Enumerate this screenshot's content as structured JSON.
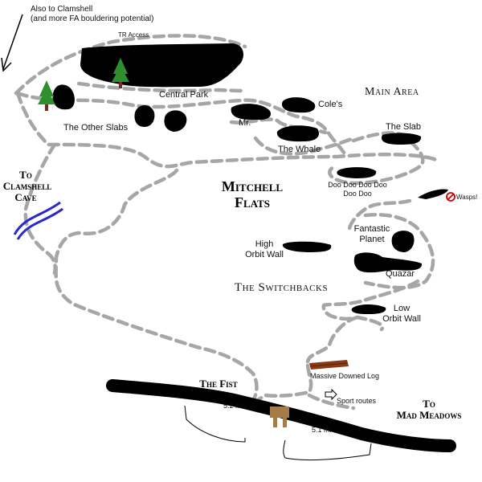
{
  "labels": {
    "also_to_clamshell": "Also to Clamshell",
    "fa_potential": "(and more FA bouldering potential)",
    "tr_access": "TR Access",
    "central_park": "Central Park",
    "the_other_slabs": "The Other Slabs",
    "mr": "Mr.",
    "coles": "Cole's",
    "the_whale": "The Whale",
    "main_area": "Main Area",
    "the_slab": "The Slab",
    "to": "To",
    "clamshell": "Clamshell",
    "cave": "Cave",
    "mitchell": "Mitchell",
    "flats": "Flats",
    "doo_line1": "Doo Doo Doo Doo",
    "doo_line2": "Doo Doo",
    "wasps": "Wasps!",
    "fantastic": "Fantastic",
    "planet": "Planet",
    "high": "High",
    "orbit_wall": "Orbit Wall",
    "quazar": "Quazar",
    "the_switchbacks": "The Switchbacks",
    "low": "Low",
    "low_orbit_wall": "Orbit Wall",
    "massive_downed_log": "Massive Downed Log",
    "the_fist": "The Fist",
    "sport_routes": "Sport routes",
    "to_mad": "To",
    "mad_meadows": "Mad Meadows",
    "distance_left": "5.2 mi",
    "distance_right": "5.1 mi"
  },
  "colors": {
    "trail": "#a6a6a6",
    "road": "#000000",
    "creek": "#2a2acc",
    "tree": "#2f8f2f",
    "log": "#8a3a12",
    "sign": "#a47c48",
    "wasp_icon": "#cc0000"
  },
  "icons": [
    "tree-icon",
    "wasp-warning-icon",
    "sport-routes-arrow-icon",
    "trailhead-sign-icon",
    "offmap-arrow-icon"
  ]
}
